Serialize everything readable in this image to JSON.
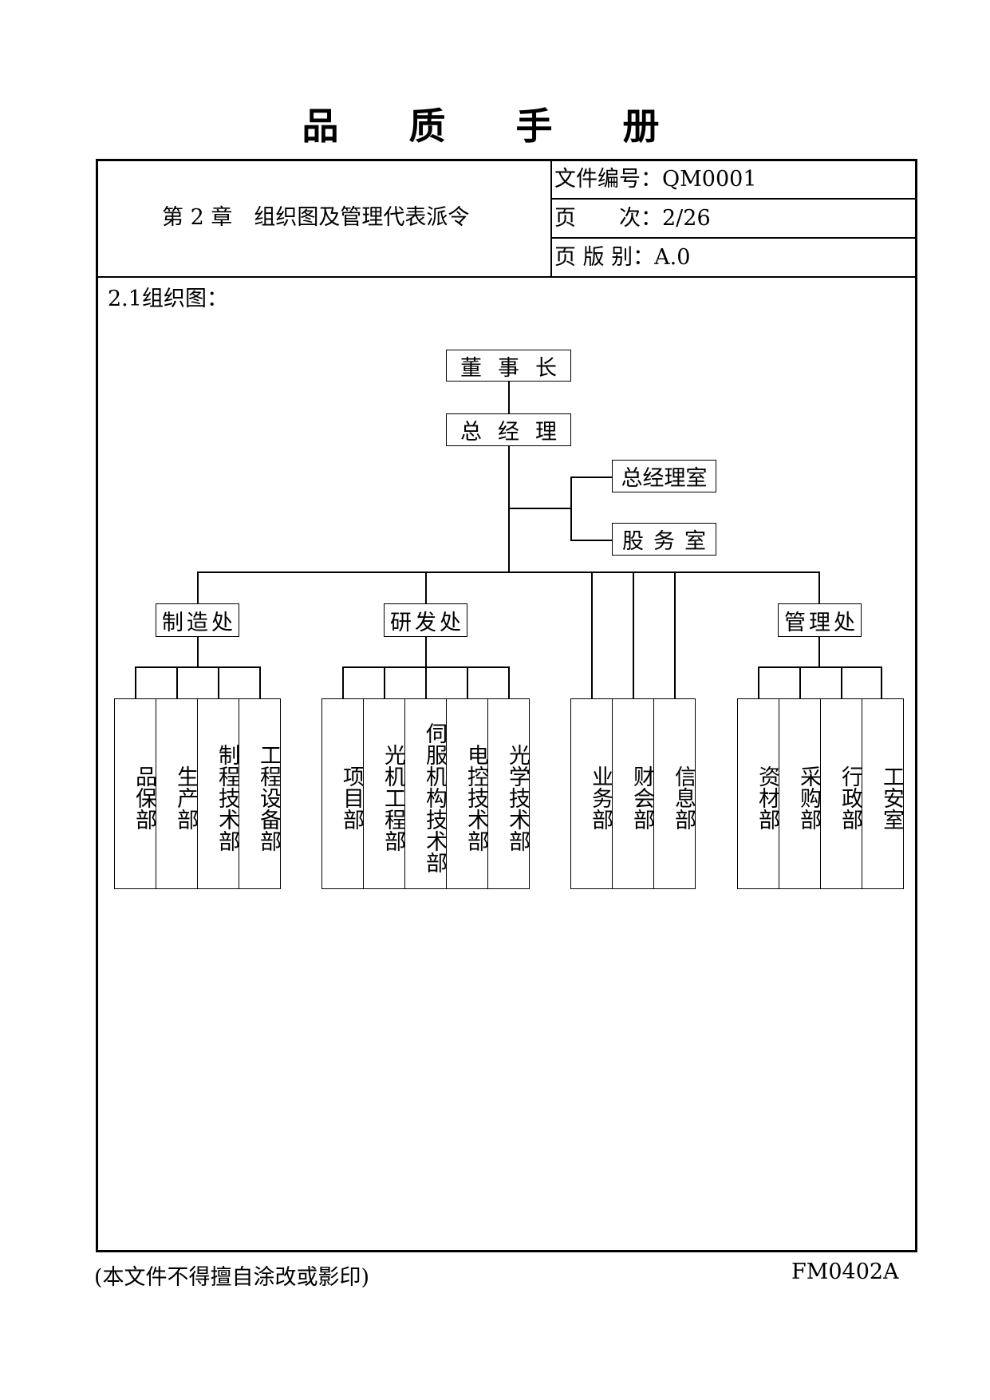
{
  "title": "品 质 手 册",
  "header": {
    "chapter": "第 2 章　组织图及管理代表派令",
    "doc_no": "文件编号：QM0001",
    "page_label": "页　　次：2/26",
    "version": "页 版 别：A.0"
  },
  "section_heading": "2.1组织图：",
  "org": {
    "chairman": "董事长",
    "gm": "总经理",
    "gm_office": "总经理室",
    "stock_office": "股务室",
    "mfg": "制造处",
    "rnd": "研发处",
    "mgmt": "管理处",
    "mfg_depts": [
      "品保部",
      "生产部",
      "制程技术部",
      "工程设备部"
    ],
    "rnd_depts": [
      "项目部",
      "光机工程部",
      "伺服机构技术部",
      "电控技术部",
      "光学技术部"
    ],
    "direct_depts": [
      "业务部",
      "财会部",
      "信息部"
    ],
    "mgmt_depts": [
      "资材部",
      "采购部",
      "行政部",
      "工安室"
    ]
  },
  "footer": {
    "notice": "(本文件不得擅自涂改或影印)",
    "form_no": "FM0402A"
  }
}
